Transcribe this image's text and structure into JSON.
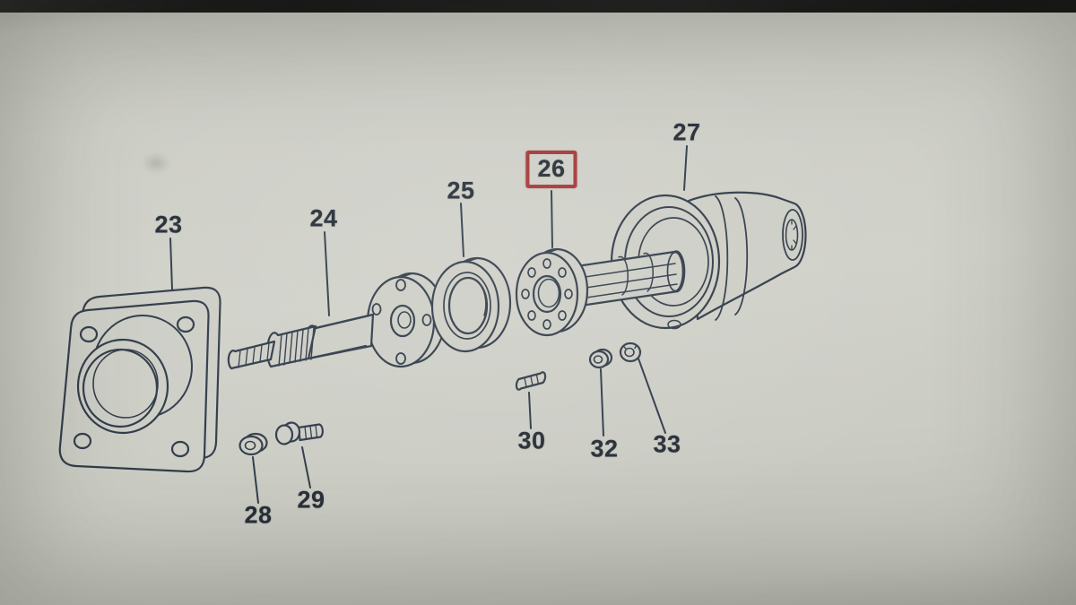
{
  "window": {
    "top_bezel_color": "#101010"
  },
  "diagram": {
    "type": "exploded-parts-diagram",
    "highlighted_part_label": "26",
    "colors": {
      "background": "#cdcec6",
      "line": "#313c49",
      "label_text": "#262d36",
      "highlight_box": "#a43636"
    },
    "parts": [
      {
        "label": "23",
        "highlighted": false
      },
      {
        "label": "24",
        "highlighted": false
      },
      {
        "label": "25",
        "highlighted": false
      },
      {
        "label": "26",
        "highlighted": true
      },
      {
        "label": "27",
        "highlighted": false
      },
      {
        "label": "28",
        "highlighted": false
      },
      {
        "label": "29",
        "highlighted": false
      },
      {
        "label": "30",
        "highlighted": false
      },
      {
        "label": "32",
        "highlighted": false
      },
      {
        "label": "33",
        "highlighted": false
      }
    ]
  }
}
